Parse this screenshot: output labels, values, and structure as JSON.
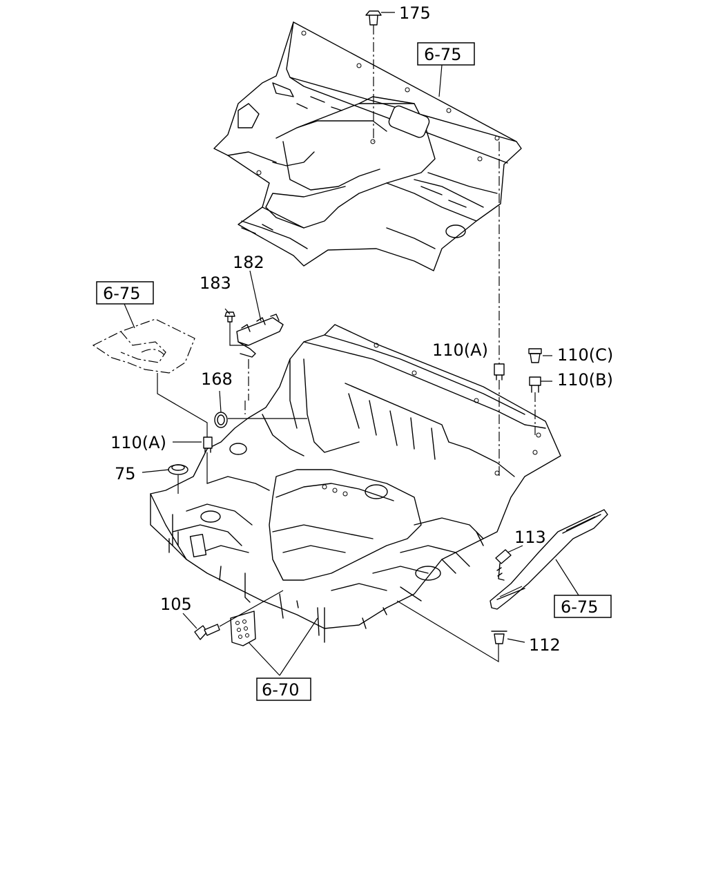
{
  "callouts": {
    "c175": "175",
    "ref_top": "6-75",
    "c182": "182",
    "c183": "183",
    "ref_left": "6-75",
    "c168": "168",
    "c110a_top": "110(A)",
    "c110c": "110(C)",
    "c110b": "110(B)",
    "c110a_left": "110(A)",
    "c75": "75",
    "c113": "113",
    "ref_right": "6-75",
    "c105": "105",
    "c112": "112",
    "ref_bottom": "6-70"
  }
}
